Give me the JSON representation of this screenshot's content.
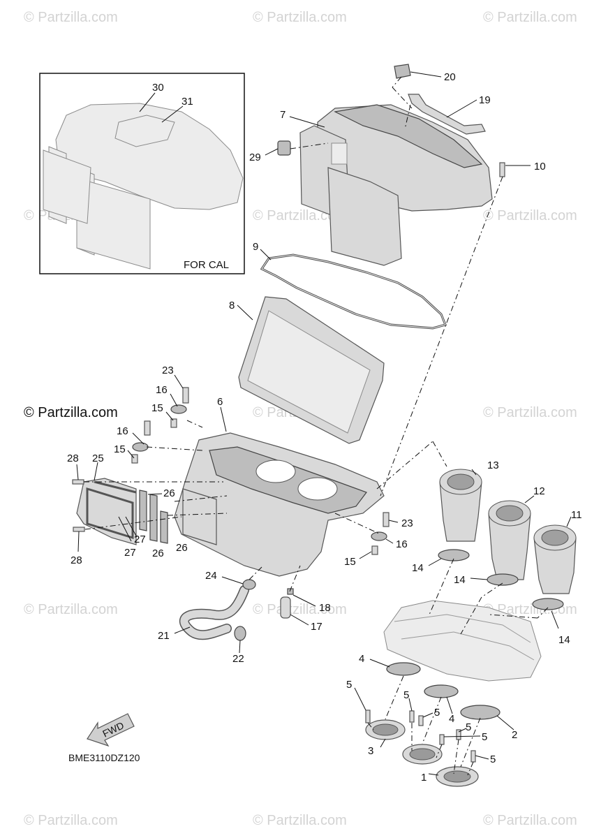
{
  "watermarks": [
    "© Partzilla.com",
    "© Partzilla.com",
    "© Partzilla.com",
    "© Partzilla.com",
    "© Partzilla.com",
    "© Partzilla.com",
    "© Partzilla.com",
    "© Partzilla.com",
    "© Partzilla.com",
    "© Partzilla.com",
    "© Partzilla.com",
    "© Partzilla.com",
    "© Partzilla.com",
    "© Partzilla.com"
  ],
  "watermark_prominent": "© Partzilla.com",
  "inset_label": "FOR CAL",
  "diagram_code": "BME3110DZ120",
  "fwd_label": "FWD",
  "callouts": [
    "30",
    "31",
    "20",
    "19",
    "7",
    "29",
    "10",
    "9",
    "8",
    "23",
    "16",
    "15",
    "16",
    "15",
    "6",
    "28",
    "25",
    "26",
    "26",
    "26",
    "27",
    "27",
    "28",
    "13",
    "12",
    "11",
    "23",
    "16",
    "15",
    "14",
    "14",
    "14",
    "24",
    "18",
    "17",
    "21",
    "22",
    "4",
    "5",
    "5",
    "5",
    "4",
    "2",
    "5",
    "5",
    "3",
    "5",
    "1"
  ]
}
